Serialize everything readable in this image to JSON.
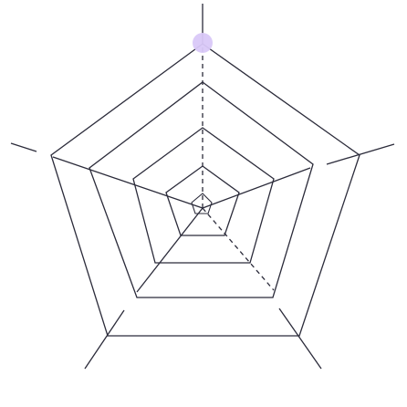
{
  "web": {
    "rings": 5,
    "spokes": 5,
    "line_color": "#2b2b3a",
    "background": "#ffffff",
    "highlight_color": "#d9c8f8",
    "highlighted_spoke": "top"
  }
}
